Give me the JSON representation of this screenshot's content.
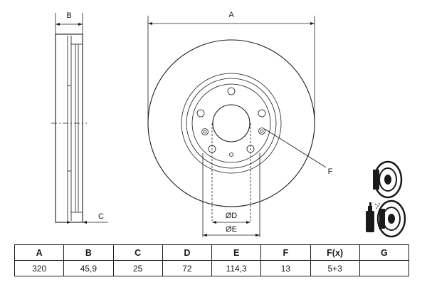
{
  "drawing": {
    "labels": {
      "A": "A",
      "B": "B",
      "C": "C",
      "D": "ØD",
      "E": "ØE",
      "F": "F"
    }
  },
  "table": {
    "headers": [
      "A",
      "B",
      "C",
      "D",
      "E",
      "F",
      "F(x)",
      "G"
    ],
    "values": [
      "320",
      "45,9",
      "25",
      "72",
      "114,3",
      "13",
      "5+3",
      ""
    ]
  },
  "icons": [
    "brake-disc-icon",
    "brake-disc-spray-icon"
  ]
}
